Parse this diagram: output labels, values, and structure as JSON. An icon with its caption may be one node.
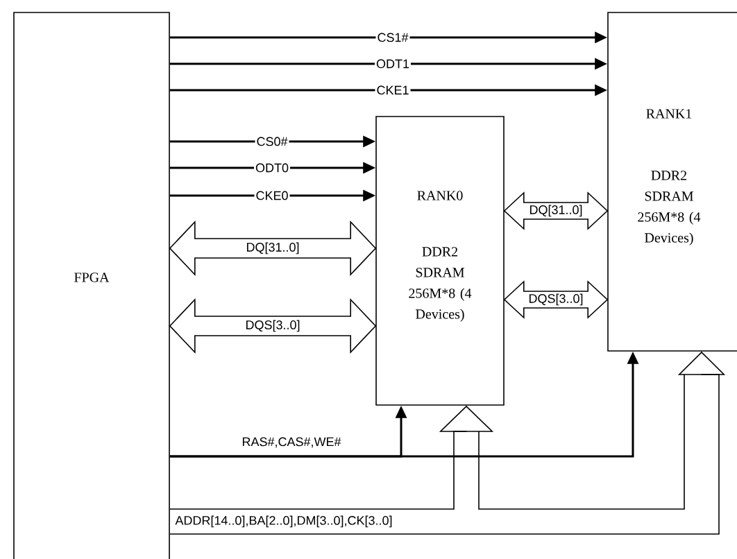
{
  "diagram": {
    "nodes": [
      {
        "text": [
          "FPGA"
        ]
      },
      {
        "text": [
          "RANK0",
          "DDR2 SDRAM 256M*8 (4 Devices)"
        ]
      },
      {
        "text": [
          "RANK1",
          "DDR2 SDRAM 256M*8 (4 Devices)"
        ]
      }
    ],
    "edges": [
      {
        "from": 0,
        "to": 2,
        "arrow": "to",
        "label": "CS1#"
      },
      {
        "from": 0,
        "to": 2,
        "arrow": "to",
        "label": "ODT1"
      },
      {
        "from": 0,
        "to": 2,
        "arrow": "to",
        "label": "CKE1"
      },
      {
        "from": 0,
        "to": 1,
        "arrow": "to",
        "label": "CS0#"
      },
      {
        "from": 0,
        "to": 1,
        "arrow": "to",
        "label": "ODT0"
      },
      {
        "from": 0,
        "to": 1,
        "arrow": "to",
        "label": "CKE0"
      },
      {
        "from": 0,
        "to": 1,
        "arrow": "both",
        "label": "DQ[31..0]",
        "style": "thick"
      },
      {
        "from": 0,
        "to": 1,
        "arrow": "both",
        "label": "DQS[3..0]",
        "style": "thick"
      },
      {
        "from": 1,
        "to": 2,
        "arrow": "both",
        "label": "DQ[31..0]",
        "style": "thick"
      },
      {
        "from": 1,
        "to": 2,
        "arrow": "both",
        "label": "DQS[3..0]",
        "style": "thick"
      },
      {
        "from": 0,
        "to": 1,
        "arrow": "to",
        "label": "RAS#,CAS#,WE#"
      },
      {
        "from": 0,
        "to": 2,
        "arrow": "to"
      },
      {
        "from": 0,
        "to": 1,
        "arrow": "to",
        "label": "ADDR[14..0],BA[2..0],DM[3..0],CK[3..0]"
      },
      {
        "from": 0,
        "to": 2,
        "arrow": "to"
      }
    ]
  }
}
